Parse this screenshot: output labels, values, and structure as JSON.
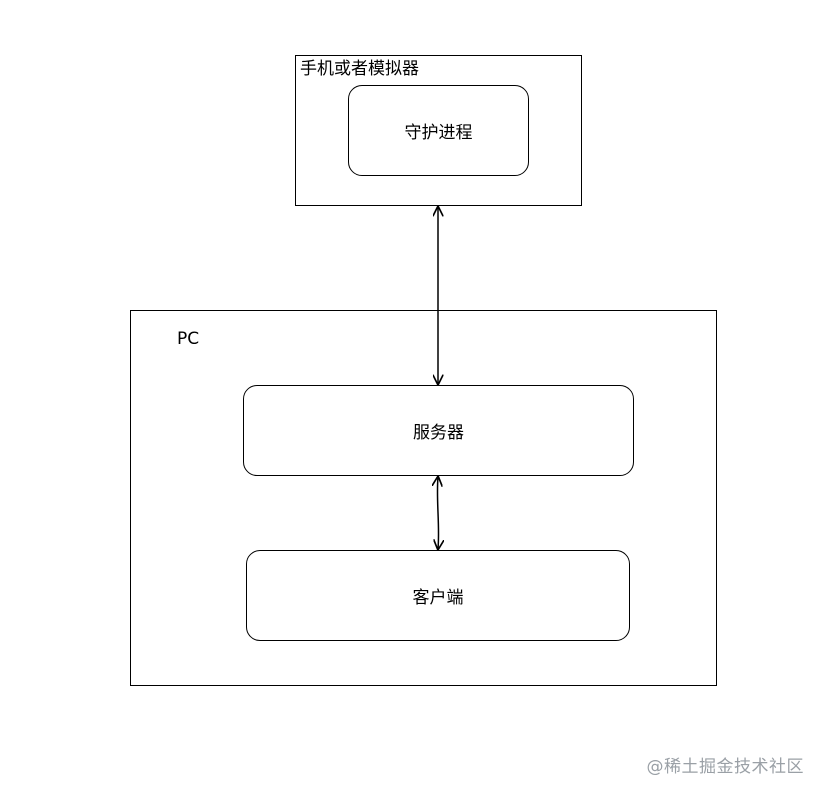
{
  "phone_group": {
    "label": "手机或者模拟器",
    "daemon": "守护进程"
  },
  "pc_group": {
    "label": "PC",
    "server": "服务器",
    "client": "客户端"
  },
  "watermark": "@稀土掘金技术社区",
  "colors": {
    "stroke": "#000000",
    "background": "#ffffff",
    "watermark": "#9aa0a6"
  }
}
